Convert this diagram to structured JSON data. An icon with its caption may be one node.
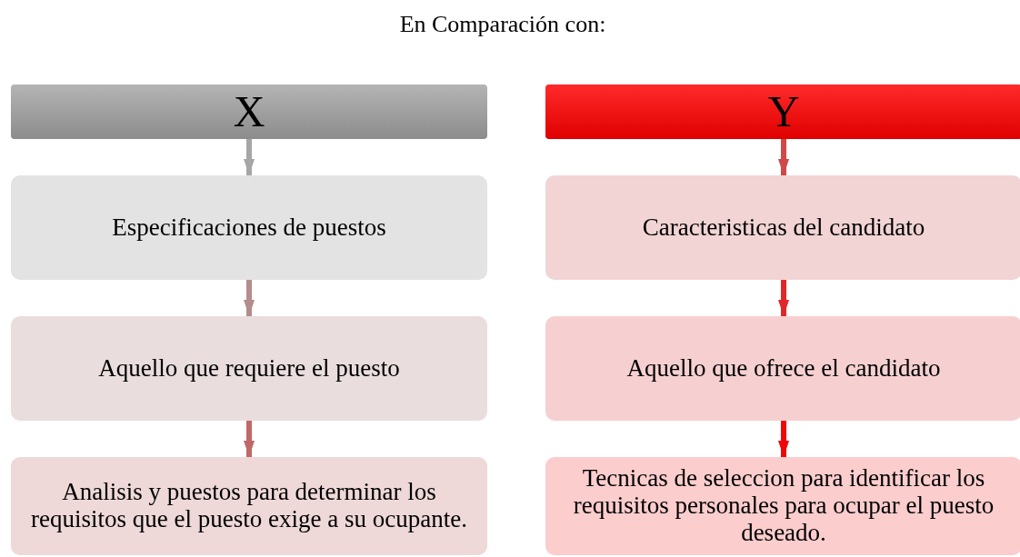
{
  "diagram": {
    "title": "En Comparación con:",
    "nodes": [
      {
        "text": [
          "X"
        ]
      },
      {
        "text": [
          "Especificaciones de puestos"
        ]
      },
      {
        "text": [
          "Aquello que requiere el puesto"
        ]
      },
      {
        "text": [
          "Analisis y puestos para determinar los requisitos que el puesto exige a su ocupante."
        ]
      },
      {
        "text": [
          "Y"
        ]
      },
      {
        "text": [
          "Caracteristicas del candidato"
        ]
      },
      {
        "text": [
          "Aquello que ofrece el candidato"
        ]
      },
      {
        "text": [
          "Tecnicas de seleccion para identificar los requisitos personales para ocupar el puesto deseado."
        ]
      }
    ],
    "edges": [
      {
        "from": 0,
        "to": 1,
        "arrow": "to",
        "color": "#a6a6a6"
      },
      {
        "from": 1,
        "to": 2,
        "arrow": "to",
        "color": "#b48c8c"
      },
      {
        "from": 2,
        "to": 3,
        "arrow": "to",
        "color": "#c06868"
      },
      {
        "from": 4,
        "to": 5,
        "arrow": "to",
        "color": "#d04848"
      },
      {
        "from": 5,
        "to": 6,
        "arrow": "to",
        "color": "#e02828"
      },
      {
        "from": 6,
        "to": 7,
        "arrow": "to",
        "color": "#f00808"
      }
    ]
  }
}
